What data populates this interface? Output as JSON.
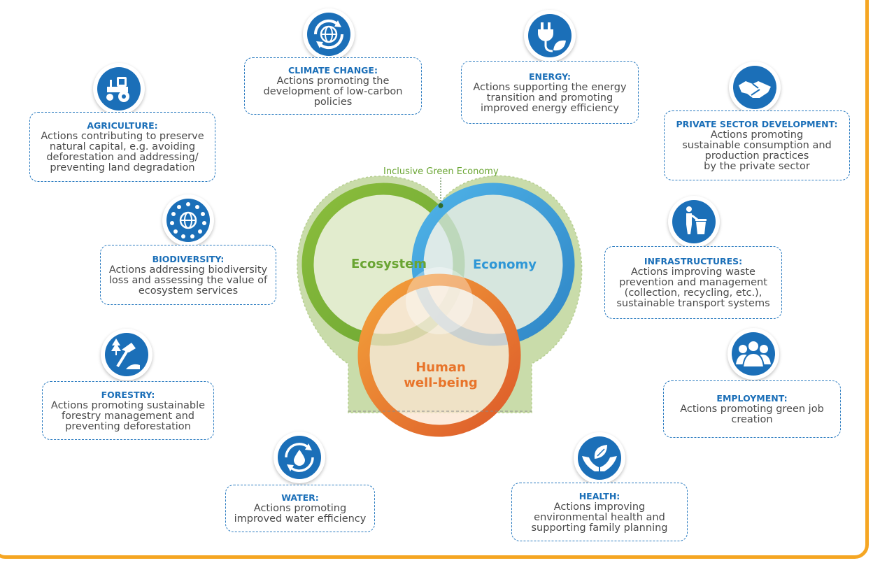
{
  "colors": {
    "frame": "#f5a623",
    "accent_blue": "#1b6fb8",
    "ecosystem_green": "#7fb237",
    "economy_blue": "#3aa3dc",
    "human_orange": "#e8742a",
    "blob_green": "#c9dcaa"
  },
  "center": {
    "label": "Inclusive Green Economy",
    "ecosystem": "Ecosystem",
    "economy": "Economy",
    "human_line1": "Human",
    "human_line2": "well-being"
  },
  "cards": {
    "climate": {
      "title": "CLIMATE CHANGE:",
      "desc": [
        "Actions promoting the",
        "development of low-carbon",
        "policies"
      ],
      "icon": "globe-recycle-icon"
    },
    "energy": {
      "title": "ENERGY:",
      "desc": [
        "Actions supporting the energy",
        "transition and promoting",
        "improved energy efficiency"
      ],
      "icon": "plug-leaf-icon"
    },
    "agriculture": {
      "title": "AGRICULTURE:",
      "desc": [
        "Actions contributing to preserve",
        "natural capital, e.g. avoiding",
        "deforestation and addressing/",
        "preventing land degradation"
      ],
      "icon": "tractor-icon"
    },
    "private": {
      "title": "PRIVATE SECTOR DEVELOPMENT:",
      "desc": [
        "Actions promoting",
        "sustainable consumption and",
        "production practices",
        "by the private sector"
      ],
      "icon": "handshake-icon"
    },
    "biodiversity": {
      "title": "BIODIVERSITY:",
      "desc": [
        "Actions addressing biodiversity",
        "loss and assessing the value of",
        "ecosystem services"
      ],
      "icon": "globe-animals-icon"
    },
    "infrastructures": {
      "title": "INFRASTRUCTURES:",
      "desc": [
        "Actions improving waste",
        "prevention and management",
        "(collection, recycling, etc.),",
        "sustainable transport systems"
      ],
      "icon": "waste-bin-icon"
    },
    "forestry": {
      "title": "FORESTRY:",
      "desc": [
        "Actions promoting sustainable",
        "forestry management and",
        "preventing deforestation"
      ],
      "icon": "axe-tree-icon"
    },
    "employment": {
      "title": "EMPLOYMENT:",
      "desc": [
        "Actions promoting green job",
        "creation"
      ],
      "icon": "people-group-icon"
    },
    "water": {
      "title": "WATER:",
      "desc": [
        "Actions promoting",
        "improved water efficiency"
      ],
      "icon": "water-drop-cycle-icon"
    },
    "health": {
      "title": "HEALTH:",
      "desc": [
        "Actions improving",
        "environmental health and",
        "supporting family planning"
      ],
      "icon": "hands-leaf-icon"
    }
  }
}
